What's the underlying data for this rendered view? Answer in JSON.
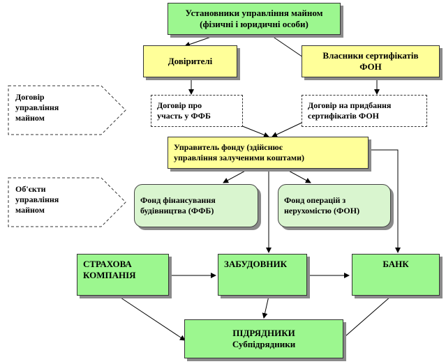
{
  "founders": {
    "line1": "Установники управління майном",
    "line2": "(фізичні і юридичні особи)"
  },
  "trustors": {
    "label": "Довірителі"
  },
  "cert_owners": {
    "line1": "Власники сертифікатів",
    "line2": "ФОН"
  },
  "contract_mgmt": {
    "line1": "Договір",
    "line2": "управління",
    "line3": "майном"
  },
  "contract_ffb": {
    "line1": "Договір про",
    "line2": "участь у ФФБ"
  },
  "contract_fon": {
    "line1": "Договір на придбання",
    "line2": "сертифікатів ФОН"
  },
  "fund_manager": {
    "line1": "Управитель фонду (здійснює",
    "line2": "управління залученими коштами)"
  },
  "objects_mgmt": {
    "line1": "Об'єкти",
    "line2": "управління",
    "line3": "майном"
  },
  "ffb": {
    "line1": "Фонд фінансування",
    "line2": "будівництва (ФФБ)"
  },
  "fon": {
    "line1": "Фонд операцій з",
    "line2": "нерухомістю (ФОН)"
  },
  "insurance": {
    "line1": "СТРАХОВА",
    "line2": "КОМПАНІЯ"
  },
  "developer": {
    "label": "ЗАБУДОВНИК"
  },
  "bank": {
    "label": "БАНК"
  },
  "contractors": {
    "line1": "ПІДРЯДНИКИ",
    "line2": "Субпідрядники"
  },
  "colors": {
    "green": "#9cf78f",
    "yellow": "#ffff99",
    "light_green": "#d9f5cf",
    "shadow": "#8a8a8a"
  }
}
